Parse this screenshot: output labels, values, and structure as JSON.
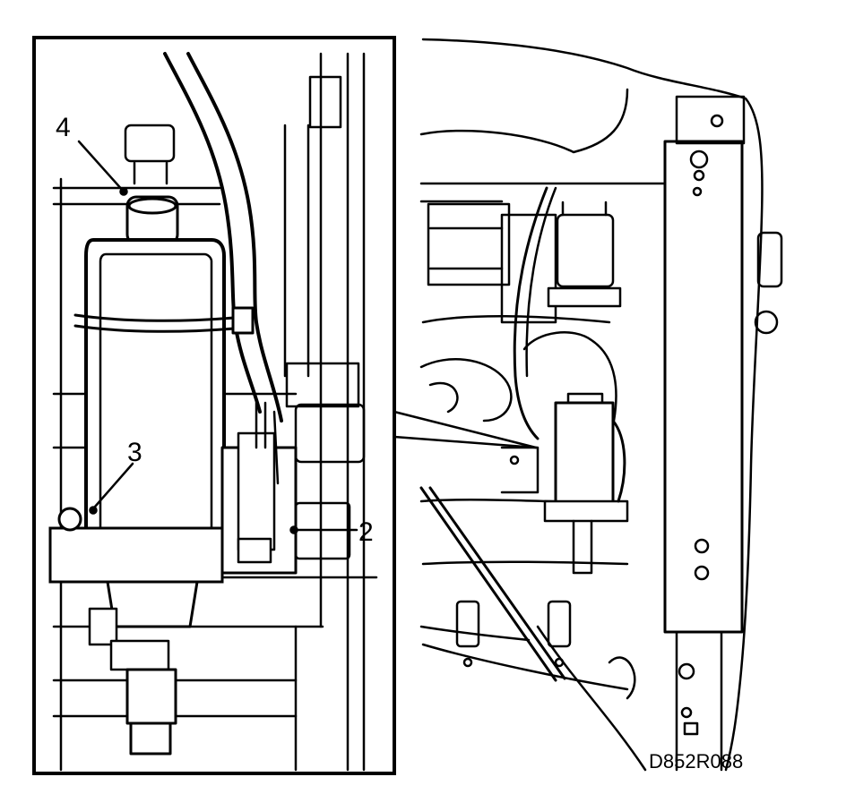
{
  "diagram": {
    "figure_code": "D852R088",
    "callouts": {
      "c2": "2",
      "c3": "3",
      "c4": "4"
    }
  }
}
